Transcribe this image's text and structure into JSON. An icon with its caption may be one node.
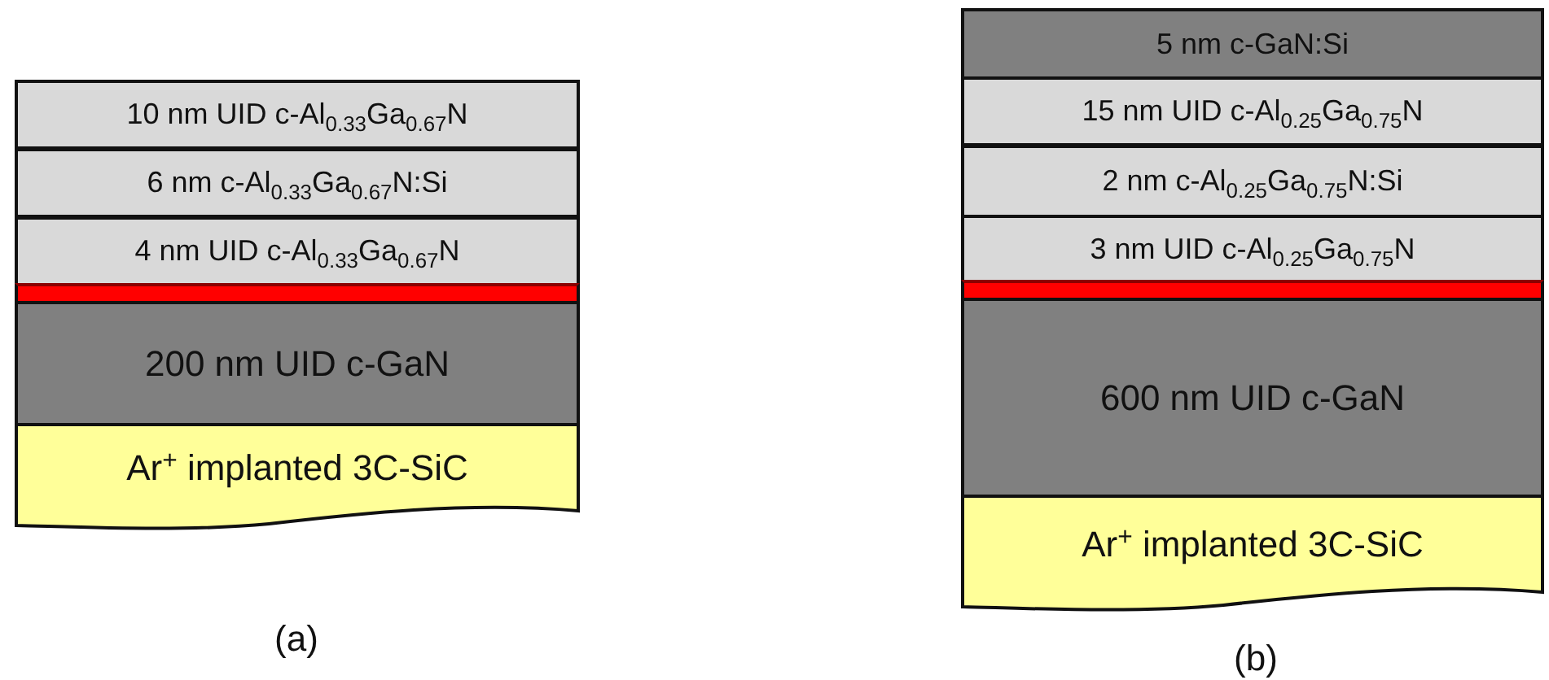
{
  "diagram": {
    "nodes": [
      {
        "text": [
          "10 nm UID c-Al$_{0.33}$Ga$_{0.67}$N"
        ]
      },
      {
        "text": [
          "6 nm c-Al$_{0.33}$Ga$_{0.67}$N:Si"
        ]
      },
      {
        "text": [
          "4 nm UID c-Al$_{0.33}$Ga$_{0.67}$N"
        ]
      },
      {
        "text": [],
        "shape": "bar"
      },
      {
        "text": [
          "200 nm UID c-GaN"
        ]
      },
      {
        "text": [
          "Ar$^{+}$ implanted 3C-SiC"
        ]
      },
      {
        "text": [
          "5 nm c-GaN:Si"
        ]
      },
      {
        "text": [
          "15 nm UID c-Al$_{0.25}$Ga$_{0.75}$N"
        ]
      },
      {
        "text": [
          "2 nm c-Al$_{0.25}$Ga$_{0.75}$N:Si"
        ]
      },
      {
        "text": [
          "3 nm UID c-Al$_{0.25}$Ga$_{0.75}$N"
        ]
      },
      {
        "text": [],
        "shape": "bar"
      },
      {
        "text": [
          "600 nm UID c-GaN"
        ]
      },
      {
        "text": [
          "Ar$^{+}$ implanted 3C-SiC"
        ]
      }
    ],
    "labels": [
      "(a)",
      "(b)"
    ]
  }
}
